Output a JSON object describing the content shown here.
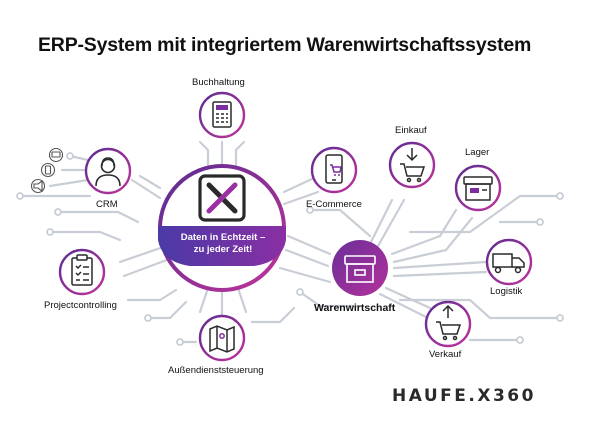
{
  "title": "ERP-System mit integriertem Warenwirtschaftssystem",
  "hub": {
    "banner_line1": "Daten in Echtzeit –",
    "banner_line2": "zu jeder Zeit!"
  },
  "nodes": {
    "buchhaltung": "Buchhaltung",
    "crm": "CRM",
    "ecommerce": "E-Commerce",
    "projectcontrolling": "Projectcontrolling",
    "aussendienst": "Außendienststeuerung",
    "warenwirtschaft": "Warenwirtschaft",
    "einkauf": "Einkauf",
    "lager": "Lager",
    "logistik": "Logistik",
    "verkauf": "Verkauf"
  },
  "brand": "HAUFE.X360",
  "colors": {
    "purple": "#7b2ea0",
    "magenta": "#b0329a",
    "violet": "#5a2d91",
    "line": "#c9ced6",
    "dark": "#2a2a2a"
  }
}
